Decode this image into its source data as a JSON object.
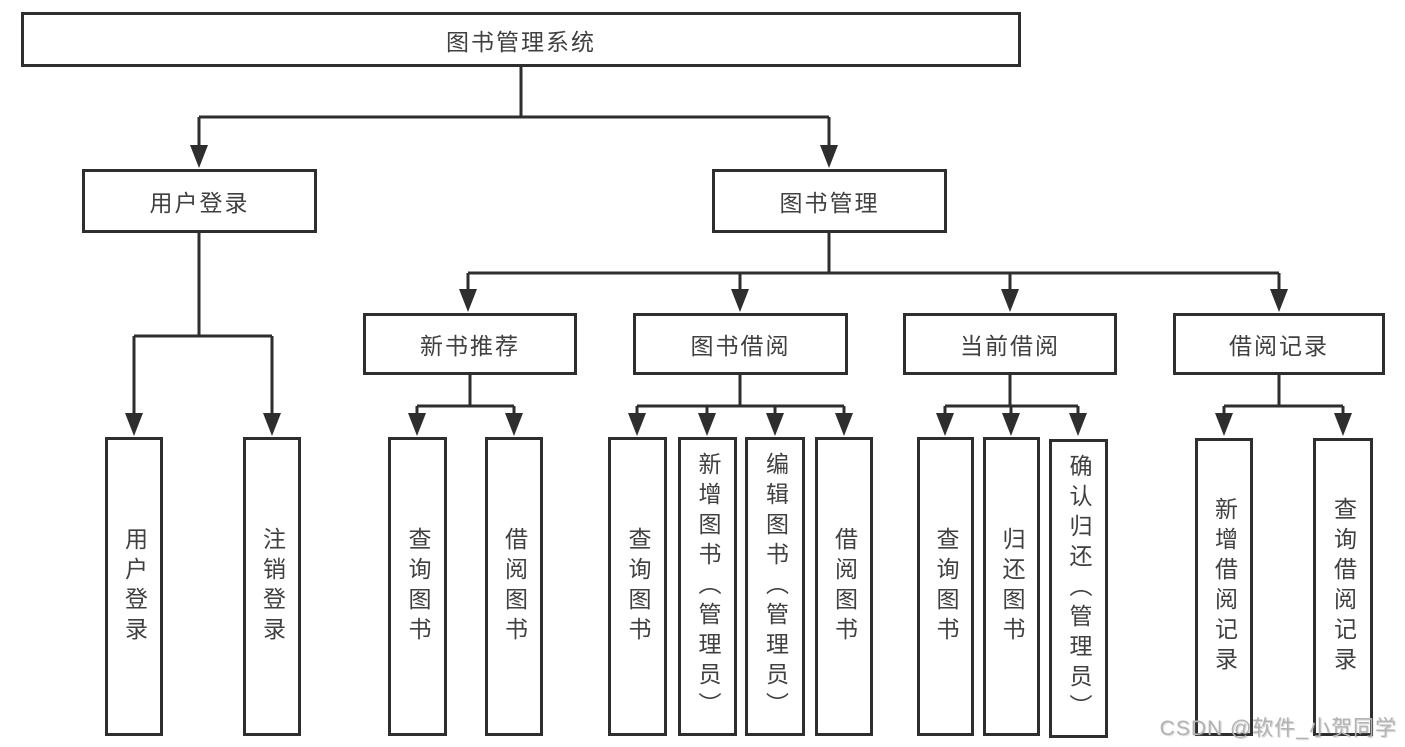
{
  "diagram_title": "图书管理系统",
  "watermark": "CSDN @软件_小贺同学",
  "colors": {
    "line": "#2e2e2e",
    "text": "#404040",
    "background": "#ffffff",
    "watermark": "#b3b3b3"
  },
  "tree": {
    "root": {
      "label": "图书管理系统"
    },
    "branches": [
      {
        "label": "用户登录",
        "children": [
          {
            "label": "用户登录"
          },
          {
            "label": "注销登录"
          }
        ]
      },
      {
        "label": "图书管理",
        "children": [
          {
            "label": "新书推荐",
            "children": [
              {
                "label": "查询图书"
              },
              {
                "label": "借阅图书"
              }
            ]
          },
          {
            "label": "图书借阅",
            "children": [
              {
                "label": "查询图书"
              },
              {
                "label": "新增图书（管理员）"
              },
              {
                "label": "编辑图书（管理员）"
              },
              {
                "label": "借阅图书"
              }
            ]
          },
          {
            "label": "当前借阅",
            "children": [
              {
                "label": "查询图书"
              },
              {
                "label": "归还图书"
              },
              {
                "label": "确认归还（管理员）"
              }
            ]
          },
          {
            "label": "借阅记录",
            "children": [
              {
                "label": "新增借阅记录"
              },
              {
                "label": "查询借阅记录"
              }
            ]
          }
        ]
      }
    ]
  }
}
